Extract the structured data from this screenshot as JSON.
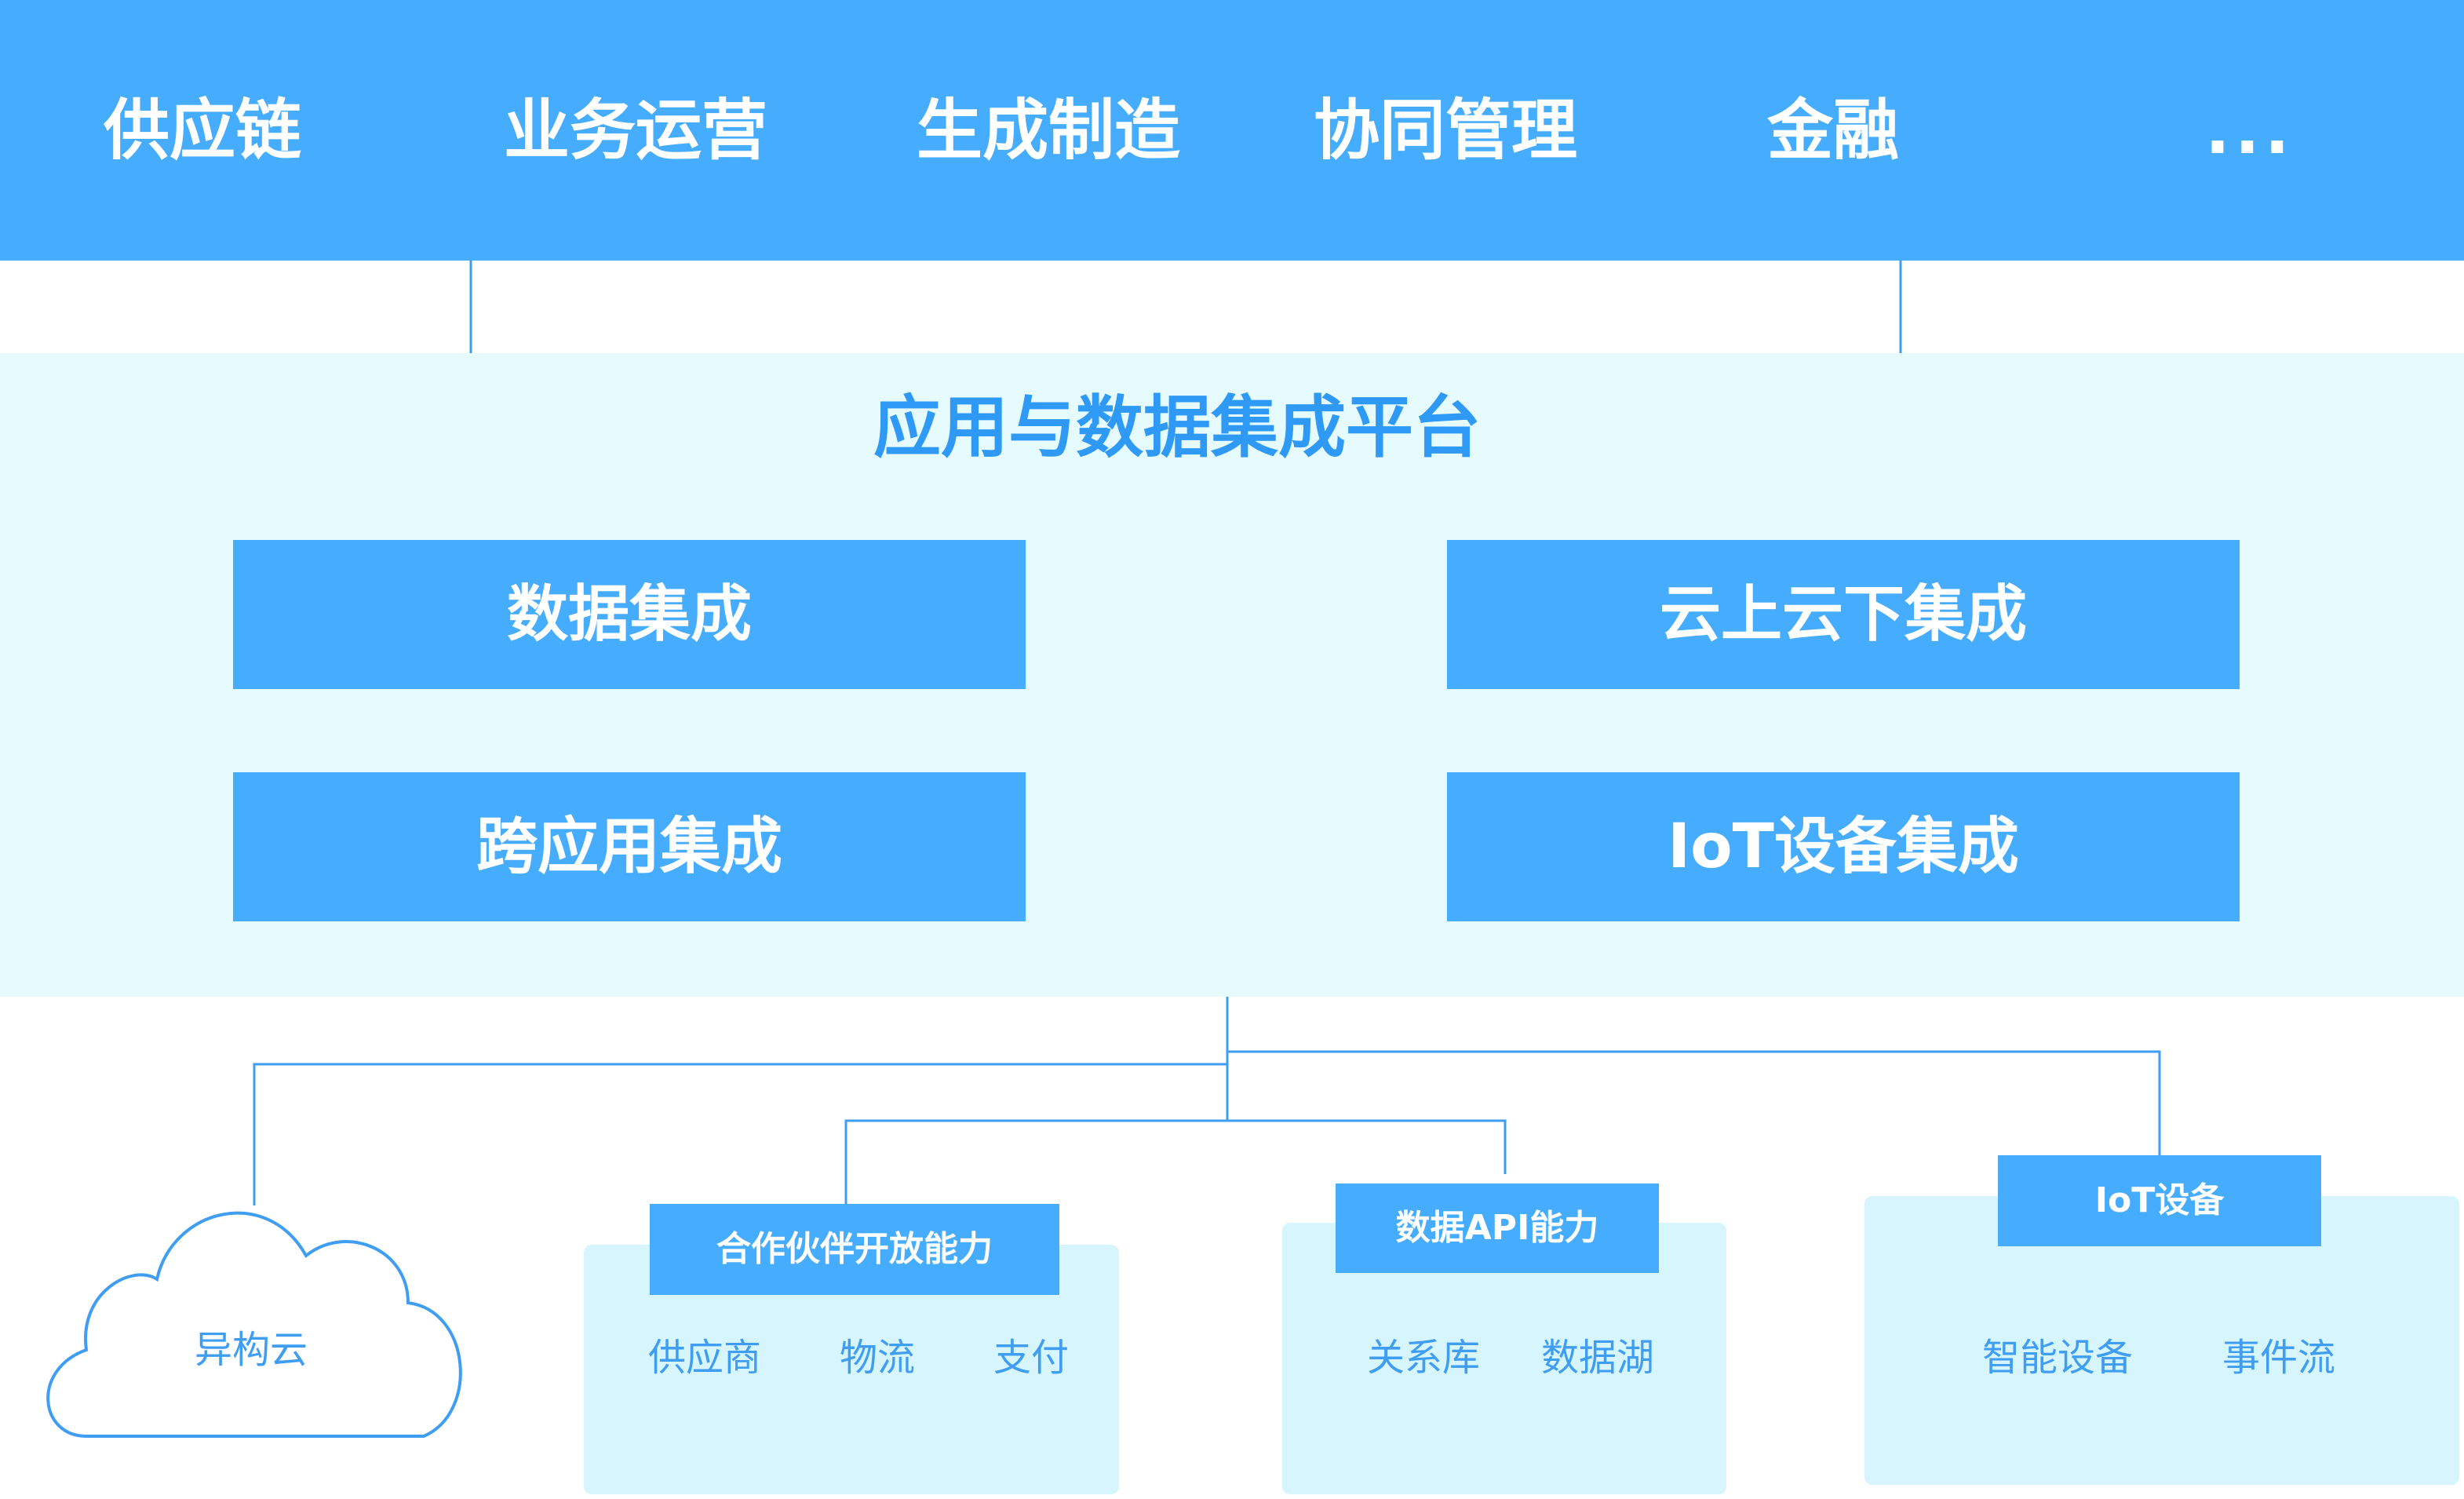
{
  "banner": {
    "items": [
      "供应链",
      "业务运营",
      "生成制造",
      "协同管理",
      "金融",
      "..."
    ]
  },
  "platform": {
    "title": "应用与数据集成平台",
    "modules": [
      "数据集成",
      "云上云下集成",
      "跨应用集成",
      "IoT设备集成"
    ]
  },
  "cloud": {
    "label": "异构云"
  },
  "panels": [
    {
      "title": "合作伙伴开放能力",
      "items": [
        "供应商",
        "物流",
        "支付"
      ]
    },
    {
      "title": "数据API能力",
      "items": [
        "关系库",
        "数据湖"
      ]
    },
    {
      "title": "IoT设备",
      "items": [
        "智能设备",
        "事件流"
      ]
    }
  ],
  "colors": {
    "primary": "#46acfd",
    "platform_bg": "#e6fbfe",
    "panel_bg": "#d7f5fd",
    "title_text": "#2e9af6",
    "item_text": "#3f9ef2",
    "line": "#3f9ef2"
  }
}
